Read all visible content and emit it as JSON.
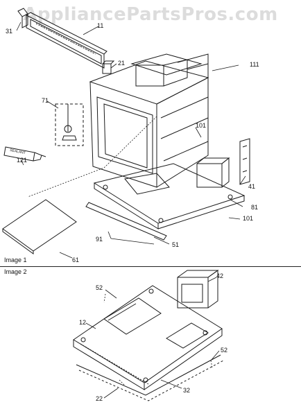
{
  "watermark": "AppliancePartsPros.com",
  "panels": [
    {
      "label": "Image 1"
    },
    {
      "label": "Image 2"
    }
  ],
  "image1_callouts": [
    "31",
    "11",
    "21",
    "111",
    "71",
    "101",
    "121",
    "41",
    "81",
    "101",
    "91",
    "51",
    "61"
  ],
  "image2_callouts": [
    "52",
    "42",
    "12",
    "52",
    "22",
    "32"
  ],
  "colors": {
    "line": "#1a1a1a",
    "watermark": "#dcdcdc",
    "background": "#ffffff"
  },
  "sealant_tube_text": "SEALANT"
}
